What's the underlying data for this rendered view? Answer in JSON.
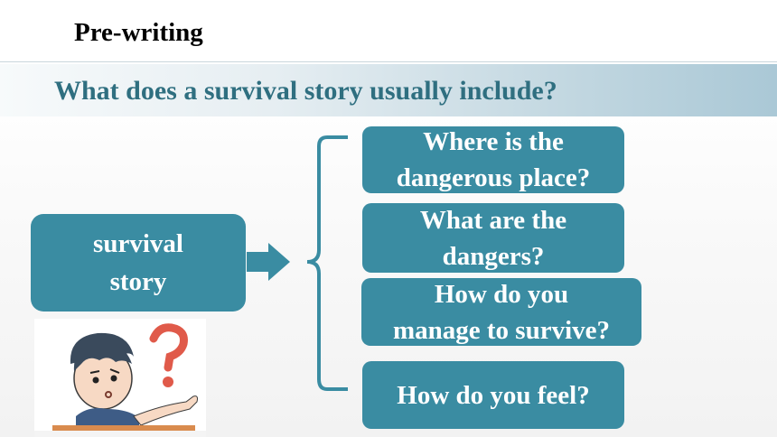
{
  "slide": {
    "heading": "Pre-writing",
    "question": "What does a survival story usually include?"
  },
  "main_topic": {
    "line1": "survival",
    "line2": "story"
  },
  "questions": [
    {
      "line1": "Where is the",
      "line2": "dangerous place?"
    },
    {
      "line1": "What are the",
      "line2": "dangers?"
    },
    {
      "line1": "How do you",
      "line2": "manage to survive?"
    },
    {
      "line1": "How do you feel?"
    }
  ],
  "colors": {
    "box_fill": "#3a8ca2",
    "banner_text": "#2f6f80",
    "arrow": "#3a8ca2"
  },
  "illustration": {
    "icon": "confused-boy-question-mark-icon"
  }
}
